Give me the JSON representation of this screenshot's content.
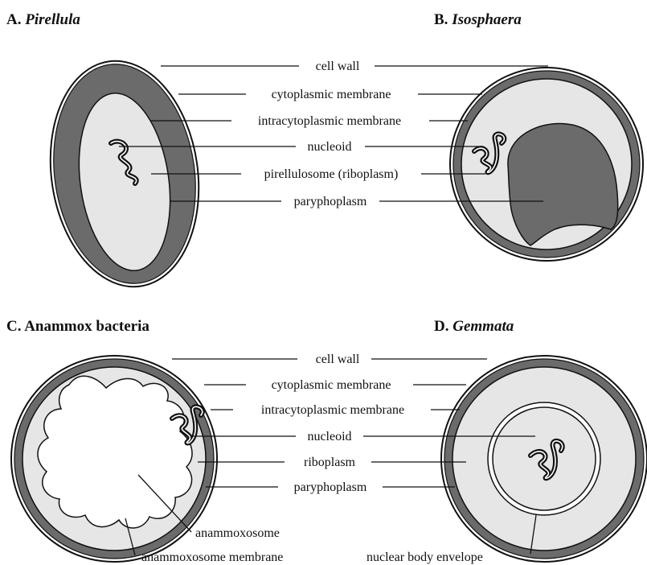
{
  "panels": {
    "a": {
      "letter": "A.",
      "name": "Pirellula"
    },
    "b": {
      "letter": "B.",
      "name": "Isosphaera"
    },
    "c": {
      "letter": "C.",
      "name": "Anammox bacteria"
    },
    "d": {
      "letter": "D.",
      "name": "Gemmata"
    }
  },
  "labels_top": {
    "cell_wall": "cell wall",
    "cytoplasmic_membrane": "cytoplasmic membrane",
    "intracytoplasmic_membrane": "intracytoplasmic membrane",
    "nucleoid": "nucleoid",
    "pirellulosome": "pirellulosome (riboplasm)",
    "paryphoplasm": "paryphoplasm"
  },
  "labels_bottom": {
    "cell_wall": "cell wall",
    "cytoplasmic_membrane": "cytoplasmic membrane",
    "intracytoplasmic_membrane": "intracytoplasmic membrane",
    "nucleoid": "nucleoid",
    "riboplasm": "riboplasm",
    "paryphoplasm": "paryphoplasm",
    "anammoxosome": "anammoxosome",
    "anammoxosome_membrane": "anammoxosome membrane",
    "nuclear_body_envelope": "nuclear body envelope"
  },
  "colors": {
    "paryphoplasm_dark": "#6b6b6b",
    "riboplasm_light": "#e6e6e6",
    "white": "#ffffff",
    "ink": "#111111"
  }
}
